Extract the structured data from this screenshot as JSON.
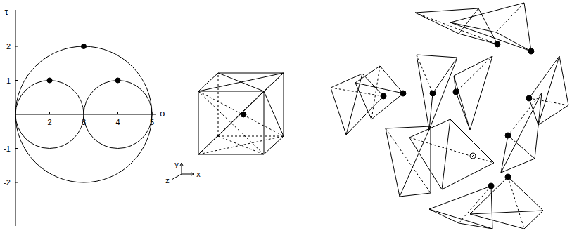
{
  "diagram": {
    "labels": [
      "τ",
      "2",
      "1",
      "σ",
      "2",
      "3",
      "4",
      "5",
      "-1",
      "-2",
      "y",
      "z",
      "x"
    ]
  }
}
